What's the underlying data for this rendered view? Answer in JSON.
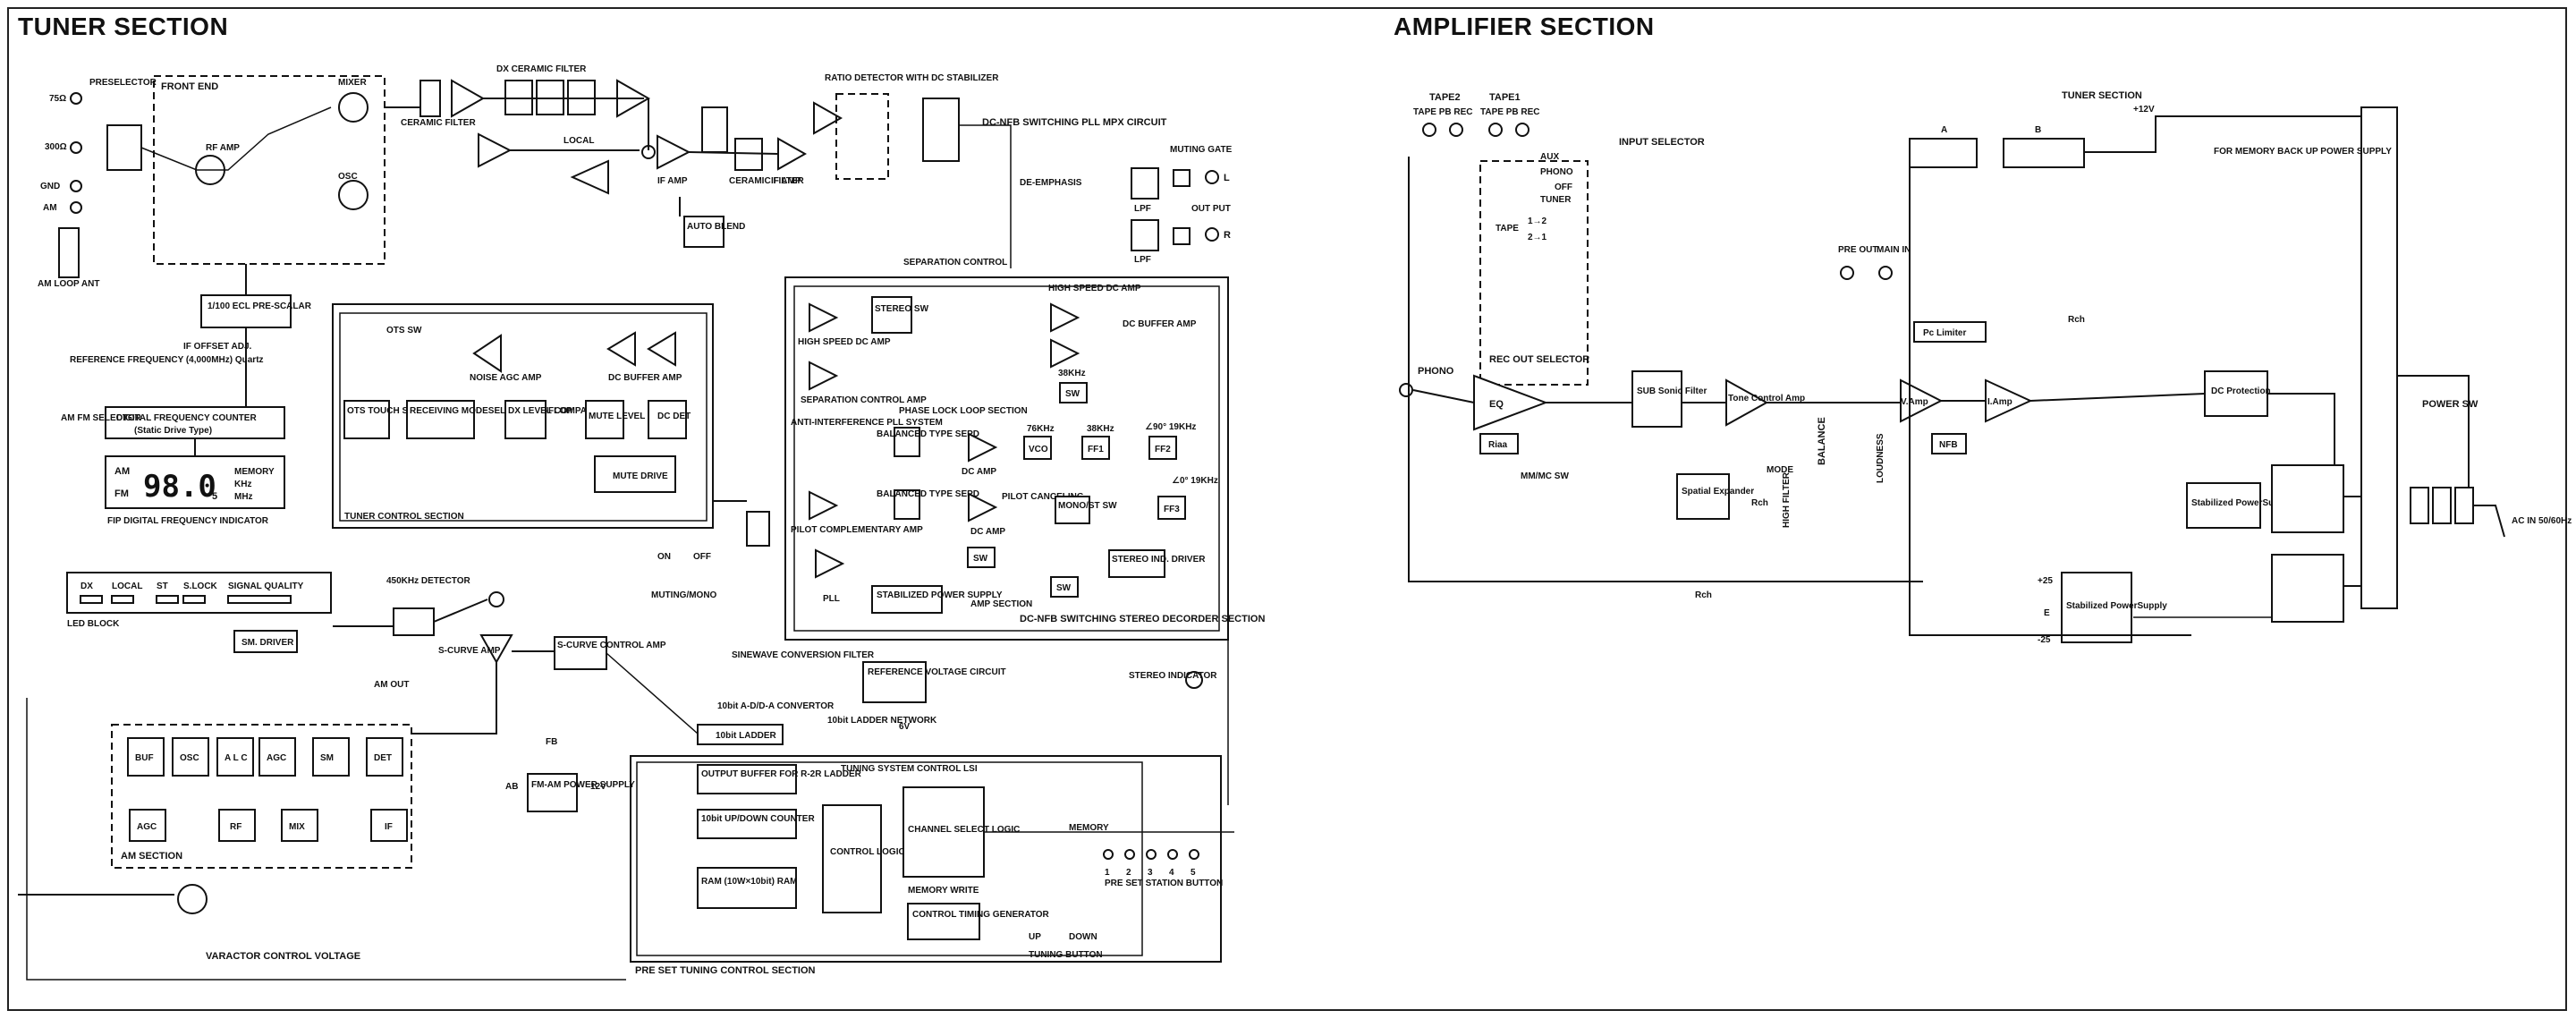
{
  "sections": {
    "tuner_title": "TUNER SECTION",
    "amp_title": "AMPLIFIER SECTION"
  },
  "tuner": {
    "front_end": "FRONT END",
    "preselector": "PRESELECTOR",
    "ant_75": "75Ω",
    "ant_300": "300Ω",
    "gnd": "GND",
    "am": "AM",
    "am_loop": "AM LOOP ANT",
    "rf_amp": "RF AMP",
    "mixer": "MIXER",
    "osc": "OSC",
    "ceramic_filter": "CERAMIC FILTER",
    "dx_ceramic": "DX CERAMIC FILTER",
    "local": "LOCAL",
    "if_amp": "IF AMP",
    "ceramic_filter2": "CERAMIC FILTER",
    "if_amp2": "IF AMP",
    "ratio_detector": "RATIO DETECTOR WITH DC STABILIZER",
    "pll_mpx": "DC-NFB SWITCHING PLL MPX CIRCUIT",
    "auto_blend": "AUTO BLEND",
    "de_emphasis": "DE-EMPHASIS",
    "muting_gate": "MUTING GATE",
    "lpf": "LPF",
    "output": "OUT PUT",
    "out_l": "L",
    "out_r": "R",
    "prescalar": "1/100 ECL PRE-SCALAR",
    "if_offset": "IF OFFSET ADJ.",
    "ref_freq": "REFERENCE FREQUENCY (4,000MHz) Quartz",
    "dfc": "DIGITAL FREQUENCY COUNTER",
    "dfc_sub": "(Static Drive Type)",
    "amfm_sel": "AM FM SELECTOR",
    "disp_am": "AM",
    "disp_fm": "FM",
    "disp_freq": "98.0",
    "disp_sub": "5",
    "disp_memory": "MEMORY",
    "disp_khz": "KHz",
    "disp_mhz": "MHz",
    "fip": "FIP DIGITAL FREQUENCY INDICATOR",
    "ots_sw": "OTS SW",
    "noise_agc": "NOISE AGC AMP",
    "dc_buffer": "DC BUFFER AMP",
    "ots_touch": "OTS TOUCH SW AMP",
    "recv_mode": "RECEIVING MODESELECT FLIP-FLOP",
    "dx_level": "DX LEVEL COMPARATOR",
    "mute_level": "MUTE LEVEL",
    "dc_det": "DC DET",
    "mute_drive": "MUTE DRIVE",
    "tuner_control": "TUNER CONTROL SECTION",
    "muting_mono": "MUTING/MONO",
    "on": "ON",
    "off": "OFF",
    "high_speed_dc": "HIGH SPEED DC AMP",
    "stereo_sw": "STEREO SW",
    "separation_control": "SEPARATION CONTROL",
    "separation_amp": "SEPARATION CONTROL AMP",
    "high_speed_dc2": "HIGH SPEED DC AMP",
    "dc_buffer2": "DC BUFFER AMP",
    "khz38": "38KHz",
    "sw": "SW",
    "anti_int": "ANTI-INTERFERENCE PLL SYSTEM",
    "pll_section": "PHASE LOCK LOOP SECTION",
    "balanced_sepd": "BALANCED TYPE SEPD",
    "balanced_sepd2": "BALANCED TYPE SEPD",
    "dc_amp": "DC AMP",
    "vco": "VCO",
    "khz76": "76KHz",
    "khz38b": "38KHz",
    "ff1": "FF1",
    "ff2": "FF2",
    "ff3": "FF3",
    "deg90": "∠90° 19KHz",
    "deg0": "∠0° 19KHz",
    "pilot_canceling": "PILOT CANCELING",
    "pilot_comp": "PILOT COMPLEMENTARY AMP",
    "mono_st": "MONO/ST SW",
    "stereo_ind": "STEREO IND. DRIVER",
    "stabilized_ps": "STABILIZED POWER SUPPLY",
    "amp_section": "AMP SECTION",
    "pll": "PLL",
    "stereo_dec": "DC-NFB SWITCHING STEREO DECORDER SECTION",
    "stereo_indicator": "STEREO INDICATOR",
    "led_block": "LED BLOCK",
    "led_labels": [
      "DX",
      "LOCAL",
      "ST",
      "S.LOCK",
      "SIGNAL QUALITY"
    ],
    "sm_driver": "SM. DRIVER",
    "det_450": "450KHz DETECTOR",
    "s_curve_amp": "S-CURVE AMP",
    "s_curve_ctrl": "S-CURVE CONTROL AMP",
    "sinewave": "SINEWAVE CONVERSION FILTER",
    "am_out": "AM OUT",
    "ref_voltage": "REFERENCE VOLTAGE CIRCUIT",
    "ad_da": "10bit A-D/D-A CONVERTOR",
    "ladder": "10bit LADDER",
    "ladder_net": "10bit LADDER NETWORK",
    "v6": "6V",
    "am_blocks": [
      "BUF",
      "OSC",
      "A L C",
      "AGC",
      "SM",
      "DET"
    ],
    "am_agc": "AGC",
    "am_rf": "RF",
    "am_mix": "MIX",
    "am_if": "IF",
    "am_section": "AM SECTION",
    "fb": "FB",
    "ab": "AB",
    "v12": "12V",
    "fm_am_ps": "FM-AM POWER SUPPLY",
    "tuning_lsi": "TUNING SYSTEM CONTROL LSI",
    "output_buffer": "OUTPUT BUFFER FOR R-2R LADDER",
    "updown": "10bit UP/DOWN COUNTER",
    "control_logic": "CONTROL LOGIC",
    "channel_select": "CHANNEL SELECT LOGIC",
    "ram": "RAM (10W×10bit) RAM",
    "memory_write": "MEMORY WRITE",
    "timing_gen": "CONTROL TIMING GENERATOR",
    "memory": "MEMORY",
    "preset_nums": [
      "1",
      "2",
      "3",
      "4",
      "5"
    ],
    "preset_button": "PRE SET STATION BUTTON",
    "up": "UP",
    "down": "DOWN",
    "tuning_button": "TUNING BUTTON",
    "preset_section": "PRE SET TUNING CONTROL SECTION",
    "varactor": "VARACTOR CONTROL VOLTAGE"
  },
  "amp": {
    "tape2": "TAPE2",
    "tape1": "TAPE1",
    "tape_pb_rec": "TAPE PB REC",
    "input_selector": "INPUT SELECTOR",
    "aux": "AUX",
    "phono": "PHONO",
    "off": "OFF",
    "tuner": "TUNER",
    "tape12": "1→2",
    "tape_label": "TAPE",
    "tape21": "2→1",
    "phono2": "PHONO",
    "rec_out": "REC OUT SELECTOR",
    "eq": "EQ",
    "riaa": "Riaa",
    "mm_mc": "MM/MC SW",
    "sub_sonic": "SUB Sonic Filter",
    "tone_ctrl": "Tone Control Amp",
    "spatial": "Spatial Expander",
    "rch": "Rch",
    "mode": "MODE",
    "high_filter": "HIGH FILTER",
    "balance": "BALANCE",
    "loudness": "LOUDNESS",
    "pre_out": "PRE OUT",
    "main_in": "MAIN IN",
    "tuner_section": "TUNER SECTION",
    "v12": "+12V",
    "memory_backup": "FOR MEMORY BACK UP POWER SUPPLY",
    "a": "A",
    "b": "B",
    "pc_limiter": "Pc Limiter",
    "v_amp": "V.Amp",
    "l_amp": "I.Amp",
    "nfb": "NFB",
    "dc_protection": "DC Protection",
    "stabilized1": "Stabilized PowerSupply",
    "stabilized2": "Stabilized PowerSupply",
    "p25": "+25",
    "e": "E",
    "m25": "-25",
    "power_sw": "POWER SW",
    "ac_in": "AC IN 50/60Hz",
    "rch2": "Rch",
    "rch3": "Rch"
  }
}
